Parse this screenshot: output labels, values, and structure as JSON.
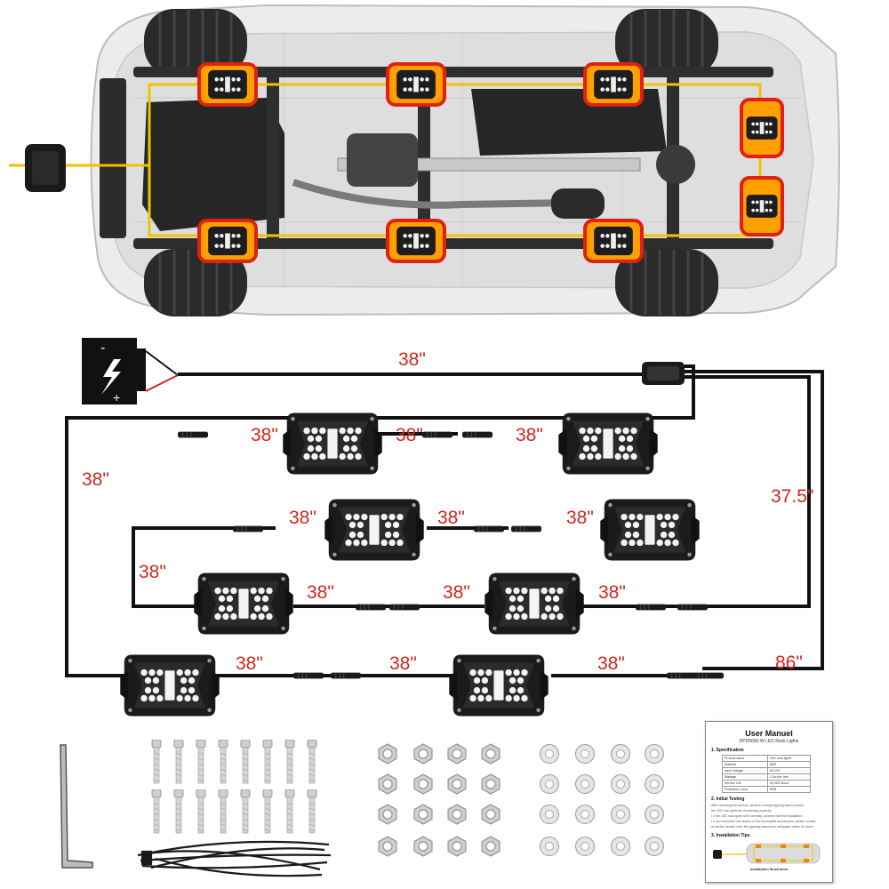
{
  "diagram": {
    "lengths": {
      "battery_to_splitter": "38\"",
      "left_run": "38\"",
      "right_run": "37.5\"",
      "right_tail": "86\"",
      "row1": [
        "38\"",
        "38\"",
        "38\""
      ],
      "row2": [
        "38\"",
        "38\"",
        "38\""
      ],
      "row3_left": "38\"",
      "row3": [
        "38\"",
        "38\"",
        "38\""
      ],
      "row4": [
        "38\"",
        "38\"",
        "38\""
      ]
    }
  },
  "manual": {
    "title": "User Manuel",
    "subtitle": "DPD5690-W LED Rock Lights",
    "section1": "1. Specification",
    "spec_rows": [
      [
        "Product name",
        "LED rock lights"
      ],
      [
        "Material",
        "ABS"
      ],
      [
        "Input Voltage",
        "DC12V"
      ],
      [
        "Wattage",
        "1.5w per unit"
      ],
      [
        "Service Life",
        "50,000 Hours"
      ],
      [
        "Protection Level",
        "IP68"
      ]
    ],
    "section2": "2. Initial Testing",
    "test_lines": [
      "After unboxing this product, perform a simple lighting test to ensure",
      "the LED rock lights are functioning correctly.",
      "• If the LED rock lights work correctly, proceed with the installation.",
      "• If you encounter any issues or find incomplete accessories, please contact",
      "us via the service card. We typically respond to messages within 24 hours."
    ],
    "section3": "3. Installation Tips",
    "caption": "Installation Illustration"
  },
  "colors": {
    "wire": "#111111",
    "dimension_text": "#d0261d",
    "harness": "#f2c200",
    "highlight_red": "#e02010",
    "highlight_orange": "#f59a00"
  }
}
